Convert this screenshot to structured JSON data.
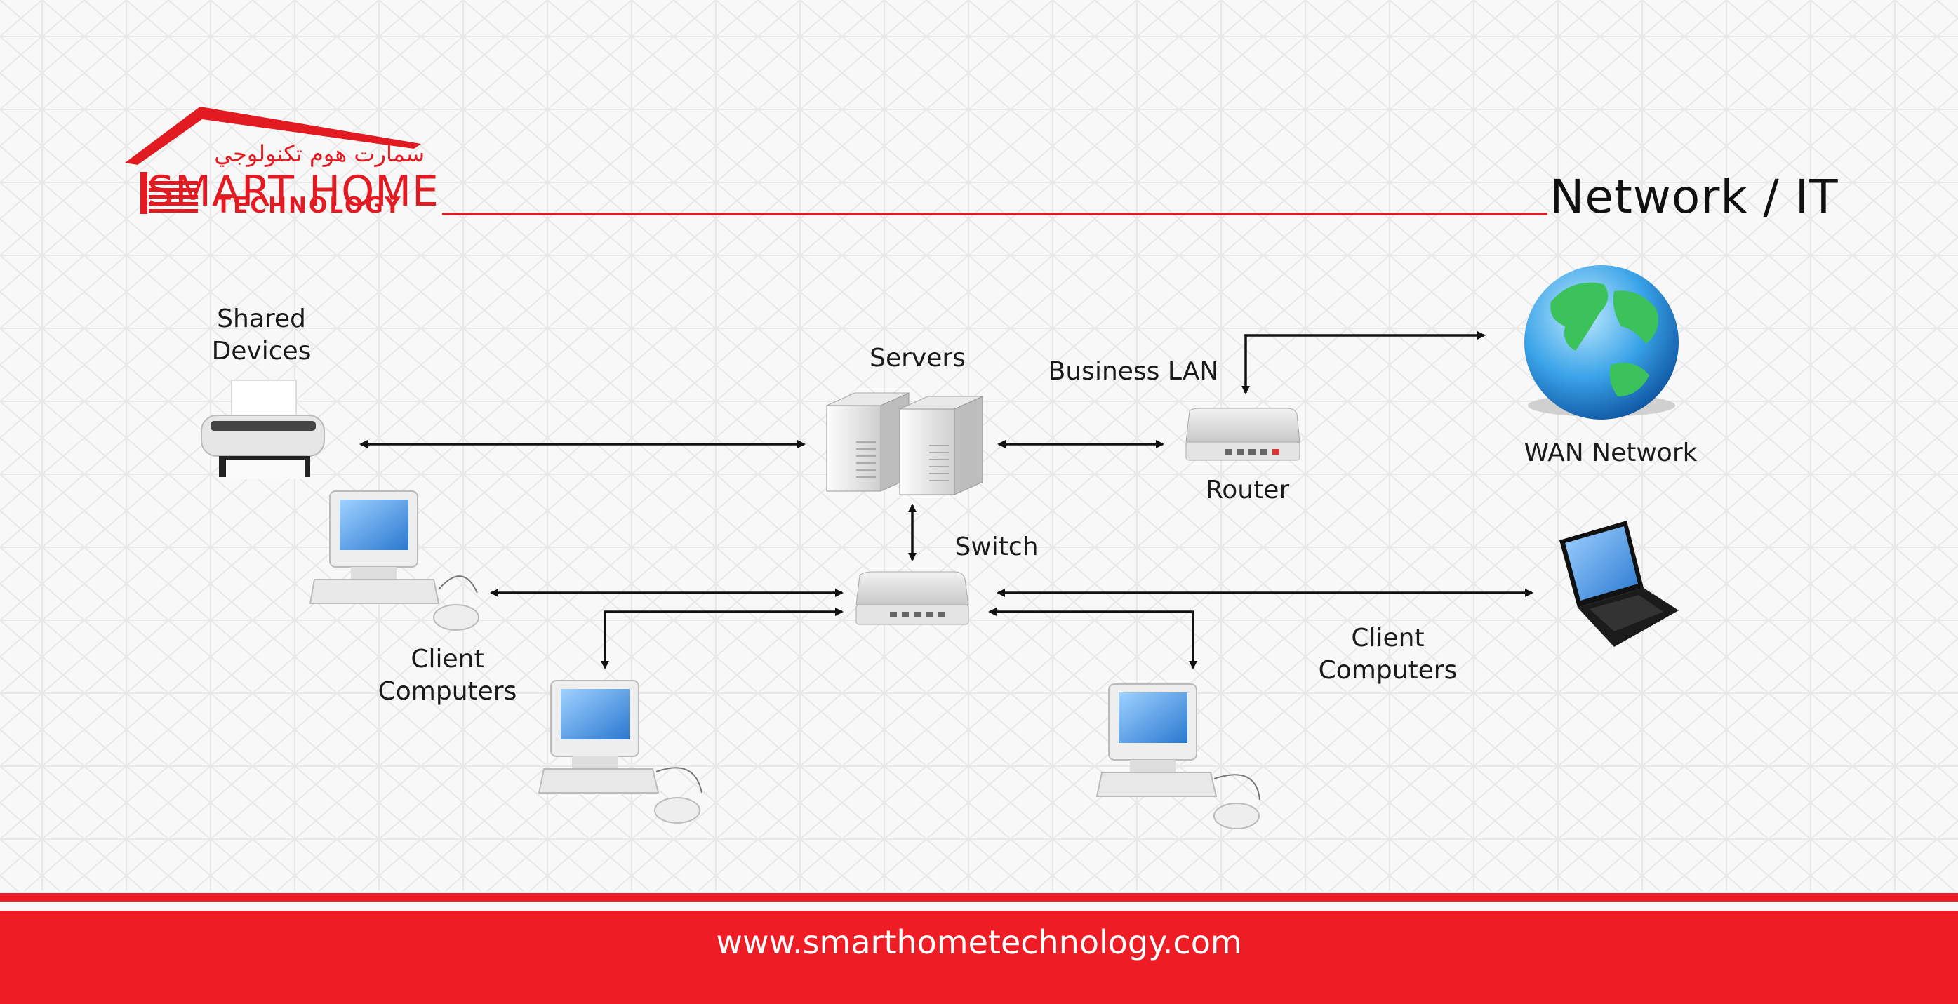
{
  "header": {
    "title": "Network / IT",
    "logo": {
      "arabic": "سمارت هوم تكنولوجي",
      "line1": "SMART HOME",
      "line2": "TECHNOLOGY"
    }
  },
  "labels": {
    "shared_devices": "Shared\nDevices",
    "servers": "Servers",
    "business_lan": "Business LAN",
    "router": "Router",
    "wan_network": "WAN Network",
    "switch": "Switch",
    "client_computers_left": "Client\nComputers",
    "client_computers_right": "Client\nComputers"
  },
  "footer": {
    "url": "www.smarthometechnology.com"
  },
  "colors": {
    "brand_red": "#ee1c25",
    "arrow": "#111111"
  }
}
